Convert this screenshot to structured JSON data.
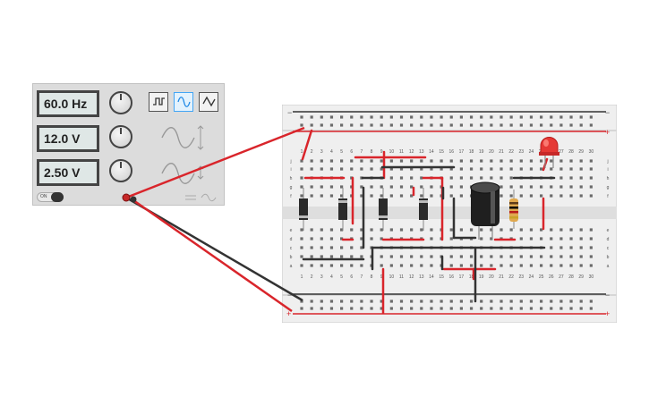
{
  "generator": {
    "frequency": "60.0 Hz",
    "amplitude": "12.0 V",
    "offset": "2.50 V",
    "power_label": "ON",
    "waveforms": [
      "square",
      "sine",
      "triangle"
    ],
    "selected_waveform": "sine"
  },
  "breadboard": {
    "columns": [
      "1",
      "2",
      "3",
      "4",
      "5",
      "6",
      "7",
      "8",
      "9",
      "10",
      "11",
      "12",
      "13",
      "14",
      "15",
      "16",
      "17",
      "18",
      "19",
      "20",
      "21",
      "22",
      "23",
      "24",
      "25",
      "26",
      "27",
      "28",
      "29",
      "30"
    ],
    "rows_top": [
      "j",
      "i",
      "h",
      "g",
      "f"
    ],
    "rows_bottom": [
      "e",
      "d",
      "c",
      "b",
      "a"
    ],
    "rail_minus": "−",
    "rail_plus": "+"
  },
  "colors": {
    "wire_red": "#d9252b",
    "wire_black": "#333333",
    "led": "#e53935",
    "panel": "#dcdcdc",
    "board": "#efefef"
  }
}
